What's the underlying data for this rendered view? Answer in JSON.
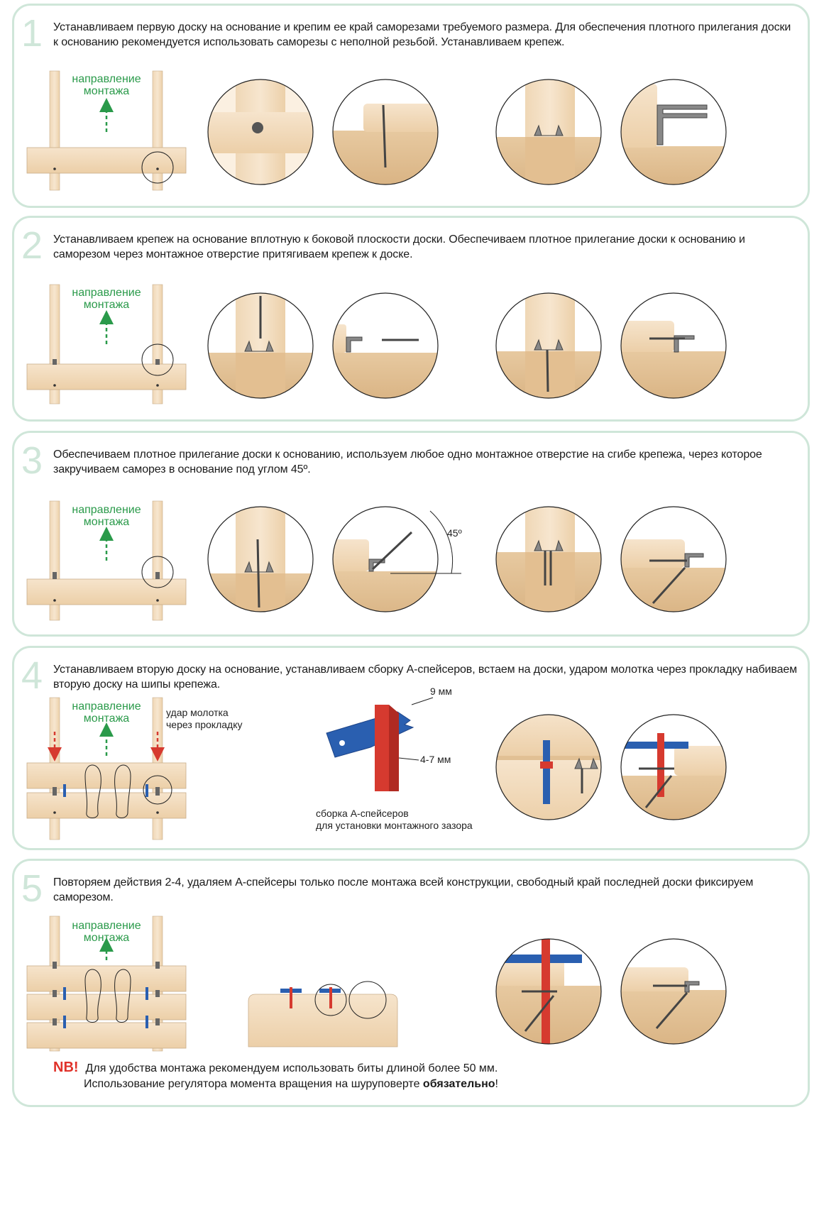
{
  "steps": [
    {
      "number": "1",
      "text": "Устанавливаем первую доску на основание и крепим ее край саморезами требуемого размера. Для обеспечения плотного прилегания доски к основанию рекомендуется использовать саморезы с неполной резьбой. Устанавливаем крепеж.",
      "direction_label_line1": "направление",
      "direction_label_line2": "монтажа"
    },
    {
      "number": "2",
      "text": "Устанавливаем крепеж на основание вплотную к боковой плоскости доски. Обеспечиваем плотное прилегание доски к основанию и саморезом через монтажное отверстие притягиваем крепеж к доске.",
      "direction_label_line1": "направление",
      "direction_label_line2": "монтажа"
    },
    {
      "number": "3",
      "text": "Обеспечиваем плотное прилегание доски к основанию, используем любое одно монтажное отверстие на сгибе крепежа, через которое закручиваем саморез в основание под углом 45º.",
      "direction_label_line1": "направление",
      "direction_label_line2": "монтажа",
      "angle_label": "45º"
    },
    {
      "number": "4",
      "text": "Устанавливаем вторую доску на основание, устанавливаем сборку А-спейсеров, встаем на доски, ударом молотка через прокладку набиваем вторую доску на шипы крепежа.",
      "direction_label_line1": "направление",
      "direction_label_line2": "монтажа",
      "hammer_label_line1": "удар молотка",
      "hammer_label_line2": "через прокладку",
      "spacer_top_label": "9 мм",
      "spacer_side_label": "4-7 мм",
      "spacer_caption_line1": "сборка А-спейсеров",
      "spacer_caption_line2": "для установки монтажного зазора"
    },
    {
      "number": "5",
      "text": "Повторяем действия 2-4, удаляем А-спейсеры только после монтажа всей конструкции, свободный край последней доски фиксируем саморезом.",
      "direction_label_line1": "направление",
      "direction_label_line2": "монтажа"
    }
  ],
  "note": {
    "mark": "NB!",
    "line1": "Для удобства монтажа рекомендуем использовать биты длиной более 50 мм.",
    "line2_prefix": "Использование регулятора момента вращения на шуруповерте",
    "line2_bold": "обязательно",
    "line2_suffix": "!"
  },
  "colors": {
    "panel_border": "#cfe6d9",
    "step_number": "#cfe6d9",
    "direction_green": "#2a9a4a",
    "hammer_red": "#d63a2f",
    "spacer_blue": "#2a5fb0",
    "spacer_red": "#d63a2f",
    "wood_light": "#f3dcc0",
    "wood_base": "#e9cfa8"
  }
}
